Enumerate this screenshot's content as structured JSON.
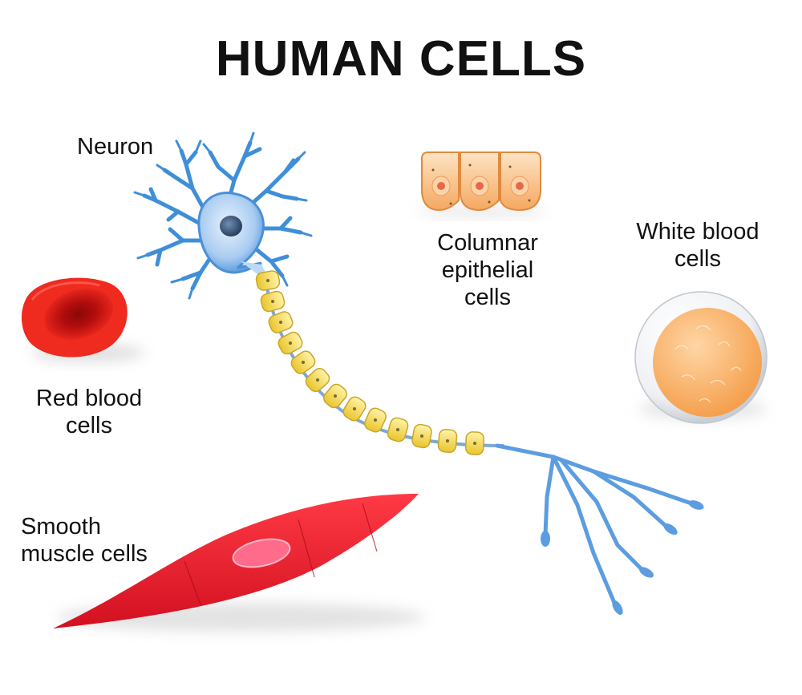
{
  "title": "HUMAN CELLS",
  "labels": {
    "neuron": "Neuron",
    "columnar_line1": "Columnar",
    "columnar_line2": "epithelial",
    "columnar_line3": "cells",
    "white_line1": "White blood",
    "white_line2": "cells",
    "red_line1": "Red blood",
    "red_line2": "cells",
    "smooth_line1": "Smooth",
    "smooth_line2": "muscle cells"
  },
  "icons": {
    "neuron": "neuron-cell-icon",
    "epithelial": "columnar-epithelial-cells-icon",
    "white_blood": "white-blood-cell-icon",
    "red_blood": "red-blood-cell-icon",
    "smooth_muscle": "smooth-muscle-cell-icon"
  },
  "colors": {
    "neuron_blue": "#3f8fd8",
    "myelin_yellow": "#f2d64b",
    "epithelial_orange": "#f7b77a",
    "white_cell_orange": "#f8a85c",
    "red_blood": "#d81414",
    "smooth_muscle": "#e8202c"
  }
}
